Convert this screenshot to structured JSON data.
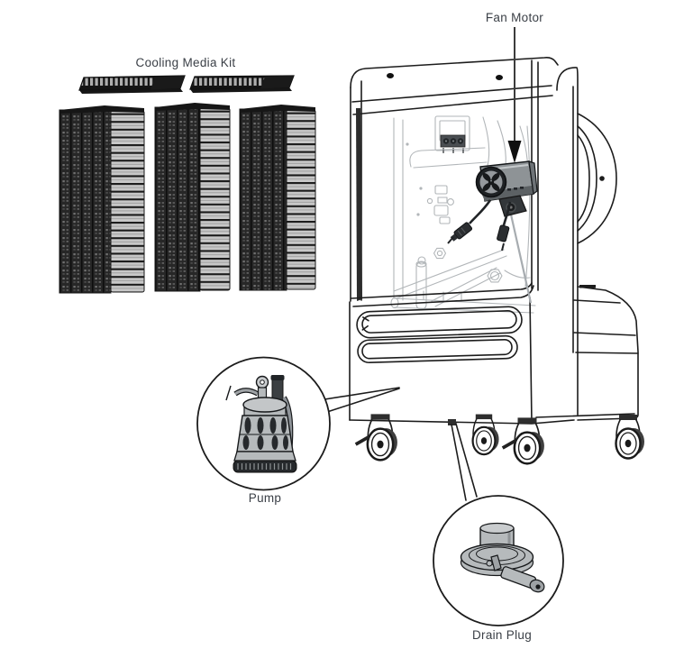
{
  "diagram": {
    "labels": {
      "cooling_media_kit": "Cooling Media Kit",
      "fan_motor": "Fan Motor",
      "pump": "Pump",
      "drain_plug": "Drain Plug"
    },
    "colors": {
      "background": "#ffffff",
      "outline": "#1c1c1c",
      "interior_line": "#b2b6b9",
      "label_text": "#3a3f46",
      "component_gray": "#b6babc",
      "dark_component": "#26292c"
    },
    "components": [
      {
        "name": "cooling-media-kit",
        "pads": 3,
        "top_strips": 2
      },
      {
        "name": "cooler-unit",
        "casters": 4
      },
      {
        "name": "fan-motor"
      },
      {
        "name": "pump"
      },
      {
        "name": "drain-plug"
      }
    ]
  }
}
